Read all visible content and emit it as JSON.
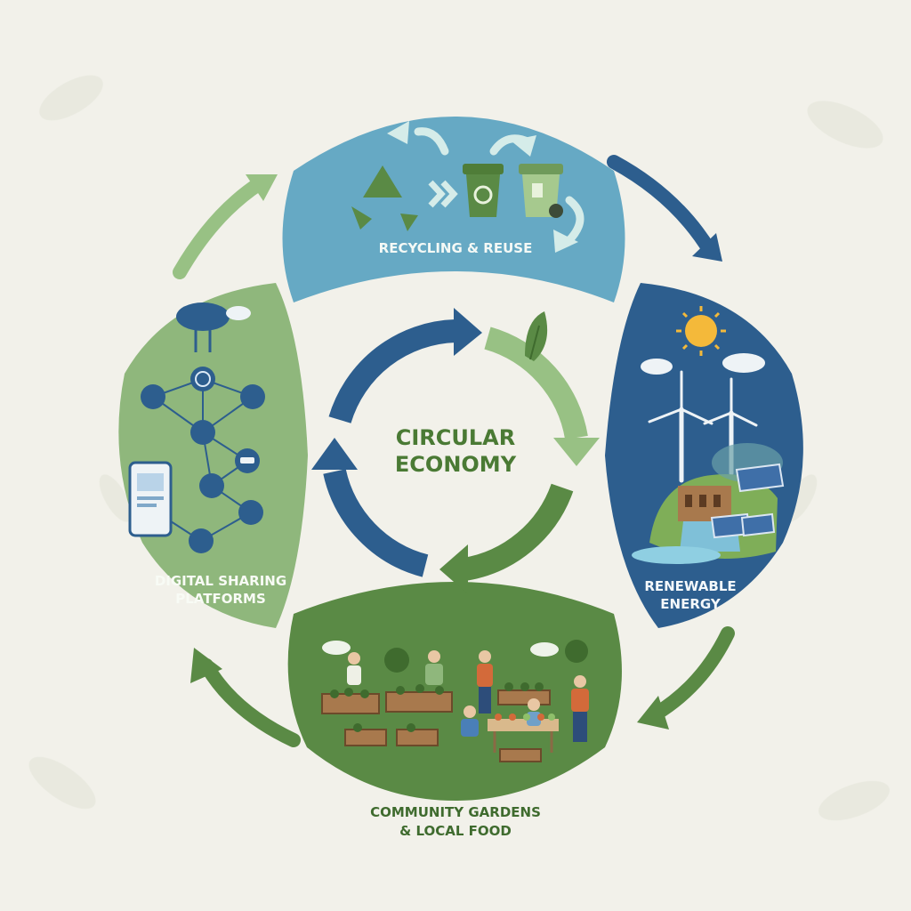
{
  "center": {
    "line1": "CIRCULAR",
    "line2": "ECONOMY"
  },
  "segments": [
    {
      "id": "recycling",
      "line1": "RECYCLING & REUSE",
      "line2": ""
    },
    {
      "id": "energy",
      "line1": "RENEWABLE",
      "line2": "ENERGY"
    },
    {
      "id": "gardens",
      "line1": "COMMUNITY GARDENS",
      "line2": "& LOCAL FOOD"
    },
    {
      "id": "digital",
      "line1": "DIGITAL SHARING",
      "line2": "PLATFORMS"
    }
  ],
  "colors": {
    "background": "#f2f1ea",
    "recycling": "#66a9c4",
    "energy": "#2d5e8e",
    "gardens": "#5a8a45",
    "digital": "#8fb77c",
    "navy": "#2d5e8e",
    "leaf_green": "#5a8a45",
    "light_green": "#98c184",
    "text_green": "#4a7a34"
  },
  "icons": [
    "recycle-icon",
    "recycle-bin-icon",
    "sun-icon",
    "wind-turbine-icon",
    "solar-panel-icon",
    "dam-icon",
    "cloud-icon",
    "globe-icon",
    "car-icon",
    "smartphone-icon",
    "leaf-icon",
    "gardener-icon"
  ]
}
